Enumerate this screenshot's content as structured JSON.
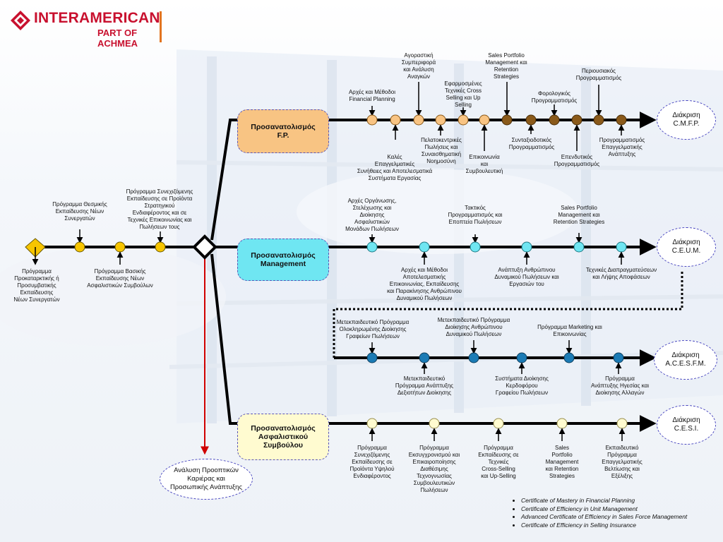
{
  "logo": {
    "name": "INTERAMERICAN",
    "subtitle": "PART OF ACHMEA"
  },
  "colors": {
    "brand": "#c8102e",
    "line": "#000000",
    "red_arrow": "#d00000",
    "fp_box": "#f8c483",
    "mgmt_box": "#6fe6f2",
    "ins_box": "#fffbd0"
  },
  "intro": {
    "labels": {
      "start": [
        "Πρόγραμμα",
        "Προκαταρκτικής ή",
        "Προσυμβατικής",
        "Εκπαίδευσης",
        "Νέων Συνεργατών"
      ],
      "thesmiki": [
        "Πρόγραμμα Θεσμικής",
        "Εκπαίδευσης Νέων",
        "Συνεργατών"
      ],
      "vasiki": [
        "Πρόγραμμα Βασικής",
        "Εκπαίδευσης Νέων",
        "Ασφαλιστικών Συμβούλων"
      ],
      "synexizomeni": [
        "Πρόγραμμα Συνεχιζόμενης",
        "Εκπαίδευσης σε Προϊόντα",
        "Στρατηγικού",
        "Ενδιαφέροντος και σε",
        "Τεχνικές Επικοινωνίας και",
        "Πωλήσεων τους"
      ]
    }
  },
  "streams": {
    "fp": {
      "title": [
        "Προσανατολισμός",
        "F.P."
      ],
      "outcome": [
        "Διάκριση",
        "C.M.F.P."
      ]
    },
    "mgmt": {
      "title": [
        "Προσανατολισμός",
        "Management"
      ],
      "outcome": [
        "Διάκριση",
        "C.E.U.M."
      ]
    },
    "acesfm": {
      "outcome": [
        "Διάκριση",
        "A.C.E.S.F.M."
      ]
    },
    "ins": {
      "title": [
        "Προσανατολισμός",
        "Ασφαλιστικού",
        "Συμβούλου"
      ],
      "outcome": [
        "Διάκριση",
        "C.E.S.I."
      ]
    }
  },
  "career_oval": [
    "Ανάλυση Προοπτικών",
    "Καριέρας και",
    "Προσωπικής Ανάπτυξης"
  ],
  "fp_labels": {
    "archi": [
      "Αρχές και Μέθοδοι",
      "Financial Planning"
    ],
    "agorastiki": [
      "Αγοραστική",
      "Συμπεριφορά",
      "και Ανάλυση",
      "Αναγκών"
    ],
    "efarmosmenes": [
      "Εφαρμοσμένες",
      "Τεχνικές Cross",
      "Selling και Up",
      "Selling"
    ],
    "sales_portfolio": [
      "Sales Portfolio",
      "Management και",
      "Retention",
      "Strategies"
    ],
    "forologikos": [
      "Φορολογικός",
      "Προγραμματισμός"
    ],
    "periousiakos": [
      "Περιουσιακός",
      "Προγραμματισμός"
    ],
    "kales": [
      "Καλές",
      "Επαγγελματικές",
      "Συνήθειες και Αποτελεσματικά",
      "Συστήματα Εργασίας"
    ],
    "pelatokentrikes": [
      "Πελατοκεντρικές",
      "Πωλήσεις και",
      "Συναισθηματική",
      "Νοημοσύνη"
    ],
    "epikoinonia": [
      "Επικοινωνία",
      "και",
      "Συμβουλευτική"
    ],
    "syntaxiodotikos": [
      "Συνταξιοδοτικός",
      "Προγραμματισμός"
    ],
    "ependytikos": [
      "Επενδυτικός",
      "Προγραμματισμός"
    ],
    "programmatismos": [
      "Προγραμματισμός",
      "Επαγγελματικής",
      "Ανάπτυξης"
    ]
  },
  "mgmt_labels": {
    "organosis": [
      "Αρχές Οργάνωσης,",
      "Στελέχωσης και",
      "Διοίκησης",
      "Ασφαλιστικών",
      "Μονάδων Πωλήσεων"
    ],
    "taktikos": [
      "Τακτικός",
      "Προγραμματισμός και",
      "Εποπτεία Πωλήσεων"
    ],
    "sales_portfolio": [
      "Sales Portfolio",
      "Management και",
      "Retention Strategies"
    ],
    "archi": [
      "Αρχές και Μέθοδοι",
      "Αποτελεσματικής",
      "Επικοινωνίας, Εκπαίδευσης",
      "και Παρακίνησης Ανθρώπινου",
      "Δυναμικού Πωλήσεων"
    ],
    "anaptyxi": [
      "Ανάπτυξη Ανθρώπινου",
      "Δυναμικού Πωλήσεων και",
      "Εργασιών του"
    ],
    "diapragmateusi": [
      "Τεχνικές Διαπραγματεύσεων",
      "και Λήψης Αποφάσεων"
    ]
  },
  "acesfm_labels": {
    "oloklirwmenis": [
      "Μετεκπαιδευτικό Πρόγραμμα",
      "Ολοκληρωμένης Διοίκησης",
      "Γραφείων Πωλήσεων"
    ],
    "dioikisis_anthropinou": [
      "Μετεκπαιδευτικό Πρόγραμμα",
      "Διοίκησης Ανθρώπινου",
      "Δυναμικού Πωλήσεων"
    ],
    "marketing": [
      "Πρόγραμμα Marketing και",
      "Επικοινωνίας"
    ],
    "dexiotites": [
      "Μετεκπαιδευτικό",
      "Πρόγραμμα Ανάπτυξης",
      "Δεξιοτήτων Διοίκησης"
    ],
    "systimata": [
      "Συστήματα Διοίκησης",
      "Κερδοφόρου",
      "Γραφείου Πωλήσεων"
    ],
    "igesias": [
      "Πρόγραμμα",
      "Ανάπτυξης Ηγεσίας και",
      "Διοίκησης Αλλαγών"
    ]
  },
  "ins_labels": {
    "synexizomenis": [
      "Πρόγραμμα",
      "Συνεχιζόμενης",
      "Εκπαίδευσης σε",
      "Προϊόντα Υψηλού",
      "Ενδιαφέροντος"
    ],
    "eksygxronismou": [
      "Πρόγραμμα",
      "Εκσυγχρονισμού και",
      "Επικαιροποίησης",
      "Διαθέσιμης",
      "Τεχνογνωσίας",
      "Συμβουλευτικών",
      "Πωλήσεων"
    ],
    "cross_selling": [
      "Πρόγραμμα",
      "Εκπαίδευσης σε",
      "Τεχνικές",
      "Cross-Selling",
      "και Up-Selling"
    ],
    "sales_portfolio": [
      "Sales",
      "Portfolio",
      "Management",
      "και Retention",
      "Strategies"
    ],
    "ekpaideutiko": [
      "Εκπαιδευτικό",
      "Πρόγραμμα",
      "Επαγγελματικής",
      "Βελτίωσης και",
      "Εξέλιξης"
    ]
  },
  "certificates": [
    "Certificate of Mastery in Financial Planning",
    "Certificate of Efficiency in Unit Management",
    "Advanced Certificate of Efficiency in Sales Force Management",
    "Certificate of Efficiency in Selling Insurance"
  ]
}
